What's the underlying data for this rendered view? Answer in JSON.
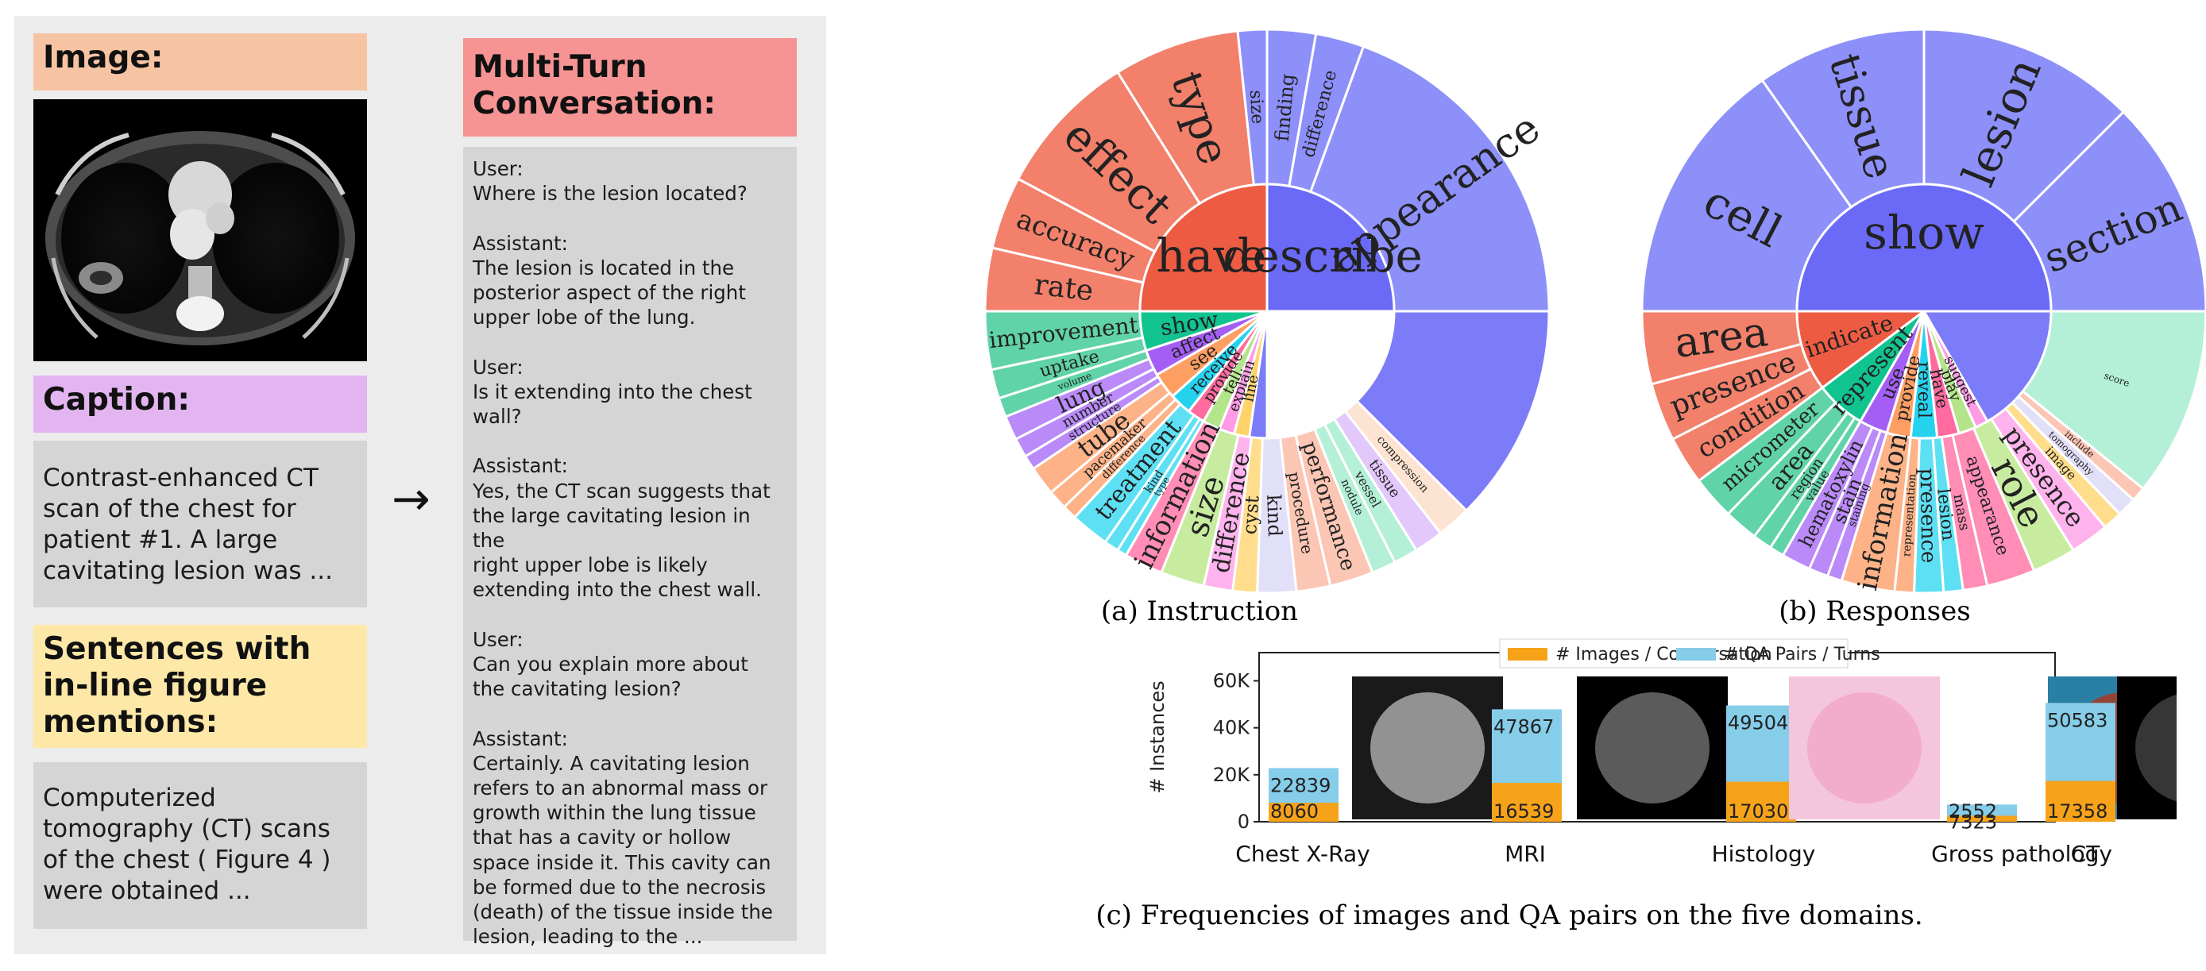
{
  "left": {
    "image_header": "Image:",
    "caption_header": "Caption:",
    "caption_text": "Contrast-enhanced CT\nscan of the chest for\npatient #1. A large\ncavitating lesion was ...",
    "sentences_header": "Sentences with\nin-line figure\nmentions:",
    "sentences_text": "Computerized\ntomography (CT) scans\nof the chest ( Figure 4 )\nwere obtained ...",
    "arrow": "→",
    "conv_header": "Multi-Turn\nConversation:",
    "conversation": "User:\nWhere is the lesion located?\n\nAssistant:\nThe lesion is located in the\nposterior aspect of the right\nupper lobe of the lung.\n\nUser:\nIs it extending into the chest\nwall?\n\nAssistant:\nYes, the CT scan suggests that\nthe large cavitating lesion in the\nright upper lobe is likely\nextending into the chest wall.\n\nUser:\nCan you explain more about\nthe cavitating lesion?\n\nAssistant:\nCertainly. A cavitating lesion\nrefers to an abnormal mass or\ngrowth within the lung tissue\nthat has a cavity or hollow\nspace inside it. This cavity can\nbe formed due to the necrosis\n(death) of the tissue inside the\nlesion, leading to the ..."
  },
  "colors": {
    "image_header": "#f7c4a3",
    "caption_header": "#e2b4f0",
    "sentences_header": "#fde8a8",
    "conv_header": "#f69393"
  },
  "sunburst_a": {
    "caption": "(a) Instruction",
    "inner": [
      {
        "label": "have",
        "color": "#ee5b43",
        "start": 180,
        "end": 270
      },
      {
        "label": "describe",
        "color": "#6b6af7",
        "start": 270,
        "end": 360
      },
      {
        "label": "show",
        "color": "#11c38f",
        "start": 162,
        "end": 180
      },
      {
        "label": "affect",
        "color": "#a45ef5",
        "start": 150,
        "end": 162
      },
      {
        "label": "see",
        "color": "#fd9f63",
        "start": 138,
        "end": 150
      },
      {
        "label": "receive",
        "color": "#26d3ee",
        "start": 128,
        "end": 138
      },
      {
        "label": "provide",
        "color": "#ff6a9f",
        "start": 120,
        "end": 128
      },
      {
        "label": "tell",
        "color": "#b5e58a",
        "start": 112,
        "end": 120
      },
      {
        "label": "explain",
        "color": "#ff9ae5",
        "start": 105,
        "end": 112
      },
      {
        "label": "line",
        "color": "#ffd36a",
        "start": 98,
        "end": 105
      },
      {
        "label": "",
        "color": "#7c7cf8",
        "start": 90,
        "end": 98
      }
    ],
    "outer": [
      {
        "label": "appearance",
        "color": "#8d90f9",
        "start": 290,
        "end": 360,
        "size": 52
      },
      {
        "label": "difference",
        "color": "#8d90f9",
        "start": 280,
        "end": 290,
        "size": 22
      },
      {
        "label": "finding",
        "color": "#8d90f9",
        "start": 270,
        "end": 280,
        "size": 24
      },
      {
        "label": "size",
        "color": "#8d90f9",
        "start": 264,
        "end": 270,
        "size": 22
      },
      {
        "label": "type",
        "color": "#f2806a",
        "start": 238,
        "end": 264,
        "size": 54
      },
      {
        "label": "effect",
        "color": "#f2806a",
        "start": 208,
        "end": 238,
        "size": 56
      },
      {
        "label": "accuracy",
        "color": "#f2806a",
        "start": 193,
        "end": 208,
        "size": 34
      },
      {
        "label": "rate",
        "color": "#f2806a",
        "start": 180,
        "end": 193,
        "size": 36
      },
      {
        "label": "improvement",
        "color": "#60d3a9",
        "start": 168,
        "end": 180,
        "size": 28
      },
      {
        "label": "uptake",
        "color": "#60d3a9",
        "start": 162,
        "end": 168,
        "size": 22
      },
      {
        "label": "volume",
        "color": "#60d3a9",
        "start": 158,
        "end": 162,
        "size": 12
      },
      {
        "label": "lung",
        "color": "#b98af8",
        "start": 153,
        "end": 158,
        "size": 28
      },
      {
        "label": "number",
        "color": "#b98af8",
        "start": 149,
        "end": 153,
        "size": 18
      },
      {
        "label": "structure",
        "color": "#b98af8",
        "start": 146,
        "end": 149,
        "size": 16
      },
      {
        "label": "tube",
        "color": "#fdb287",
        "start": 140,
        "end": 146,
        "size": 32
      },
      {
        "label": "pacemaker",
        "color": "#fdb287",
        "start": 136,
        "end": 140,
        "size": 18
      },
      {
        "label": "difference",
        "color": "#fdb287",
        "start": 133,
        "end": 136,
        "size": 14
      },
      {
        "label": "treatment",
        "color": "#5ee0f4",
        "start": 125,
        "end": 133,
        "size": 30
      },
      {
        "label": "kind",
        "color": "#5ee0f4",
        "start": 122,
        "end": 125,
        "size": 14
      },
      {
        "label": "type",
        "color": "#5ee0f4",
        "start": 120,
        "end": 122,
        "size": 12
      },
      {
        "label": "information",
        "color": "#ff8db6",
        "start": 112,
        "end": 120,
        "size": 34
      },
      {
        "label": "size",
        "color": "#c8ec9f",
        "start": 103,
        "end": 112,
        "size": 40
      },
      {
        "label": "difference",
        "color": "#ffb3ec",
        "start": 97,
        "end": 103,
        "size": 30
      },
      {
        "label": "cyst",
        "color": "#ffdd8c",
        "start": 92,
        "end": 97,
        "size": 24
      },
      {
        "label": "kind",
        "color": "#e2e0f8",
        "start": 84,
        "end": 92,
        "size": 24
      },
      {
        "label": "procedure",
        "color": "#fcc6b4",
        "start": 77,
        "end": 84,
        "size": 20
      },
      {
        "label": "performance",
        "color": "#fcc6b4",
        "start": 68,
        "end": 77,
        "size": 26
      },
      {
        "label": "nodule",
        "color": "#b4f0d8",
        "start": 63,
        "end": 68,
        "size": 14
      },
      {
        "label": "vessel",
        "color": "#b4f0d8",
        "start": 58,
        "end": 63,
        "size": 16
      },
      {
        "label": "tissue",
        "color": "#e2c8fb",
        "start": 52,
        "end": 58,
        "size": 18
      },
      {
        "label": "compression",
        "color": "#fde3d2",
        "start": 45,
        "end": 52,
        "size": 14
      },
      {
        "label": "",
        "color": "#7c7cf8",
        "start": 0,
        "end": 45,
        "size": 14
      }
    ]
  },
  "sunburst_b": {
    "caption": "(b) Responses",
    "inner": [
      {
        "label": "show",
        "color": "#6b6af7",
        "start": 180,
        "end": 360
      },
      {
        "label": "indicate",
        "color": "#ee5b43",
        "start": 143,
        "end": 180
      },
      {
        "label": "represent",
        "color": "#11c38f",
        "start": 120,
        "end": 143
      },
      {
        "label": "use",
        "color": "#a45ef5",
        "start": 107,
        "end": 120
      },
      {
        "label": "provide",
        "color": "#fd9f63",
        "start": 96,
        "end": 107
      },
      {
        "label": "reveal",
        "color": "#26d3ee",
        "start": 84,
        "end": 96
      },
      {
        "label": "have",
        "color": "#ff6a9f",
        "start": 74,
        "end": 84
      },
      {
        "label": "play",
        "color": "#b5e58a",
        "start": 66,
        "end": 74
      },
      {
        "label": "suggest",
        "color": "#ff9ae5",
        "start": 60,
        "end": 66
      },
      {
        "label": "",
        "color": "#7c7cf8",
        "start": 0,
        "end": 60
      }
    ],
    "outer": [
      {
        "label": "section",
        "color": "#8d90f9",
        "start": 315,
        "end": 360,
        "size": 50
      },
      {
        "label": "lesion",
        "color": "#8d90f9",
        "start": 270,
        "end": 315,
        "size": 56
      },
      {
        "label": "tissue",
        "color": "#8d90f9",
        "start": 235,
        "end": 270,
        "size": 54
      },
      {
        "label": "cell",
        "color": "#8d90f9",
        "start": 180,
        "end": 235,
        "size": 56
      },
      {
        "label": "area",
        "color": "#f2806a",
        "start": 165,
        "end": 180,
        "size": 52
      },
      {
        "label": "presence",
        "color": "#f2806a",
        "start": 153,
        "end": 165,
        "size": 36
      },
      {
        "label": "condition",
        "color": "#f2806a",
        "start": 143,
        "end": 153,
        "size": 32
      },
      {
        "label": "micrometer",
        "color": "#60d3a9",
        "start": 134,
        "end": 143,
        "size": 26
      },
      {
        "label": "area",
        "color": "#60d3a9",
        "start": 127,
        "end": 134,
        "size": 30
      },
      {
        "label": "region",
        "color": "#60d3a9",
        "start": 123,
        "end": 127,
        "size": 18
      },
      {
        "label": "value",
        "color": "#60d3a9",
        "start": 120,
        "end": 123,
        "size": 16
      },
      {
        "label": "hematoxylin",
        "color": "#b98af8",
        "start": 114,
        "end": 120,
        "size": 24
      },
      {
        "label": "stain",
        "color": "#b98af8",
        "start": 110,
        "end": 114,
        "size": 24
      },
      {
        "label": "staining",
        "color": "#b98af8",
        "start": 107,
        "end": 110,
        "size": 14
      },
      {
        "label": "information",
        "color": "#fdb287",
        "start": 96,
        "end": 107,
        "size": 34
      },
      {
        "label": "representation",
        "color": "#fdb287",
        "start": 92,
        "end": 96,
        "size": 14
      },
      {
        "label": "presence",
        "color": "#5ee0f4",
        "start": 86,
        "end": 92,
        "size": 26
      },
      {
        "label": "lesion",
        "color": "#5ee0f4",
        "start": 82,
        "end": 86,
        "size": 22
      },
      {
        "label": "mass",
        "color": "#ff8db6",
        "start": 77,
        "end": 82,
        "size": 18
      },
      {
        "label": "appearance",
        "color": "#ff8db6",
        "start": 67,
        "end": 77,
        "size": 22
      },
      {
        "label": "role",
        "color": "#c8ec9f",
        "start": 58,
        "end": 67,
        "size": 46
      },
      {
        "label": "presence",
        "color": "#ffb3ec",
        "start": 50,
        "end": 58,
        "size": 32
      },
      {
        "label": "image",
        "color": "#ffdd8c",
        "start": 46,
        "end": 50,
        "size": 16
      },
      {
        "label": "tomography",
        "color": "#e2e0f8",
        "start": 42,
        "end": 46,
        "size": 12
      },
      {
        "label": "include",
        "color": "#fcc6b4",
        "start": 39,
        "end": 42,
        "size": 12
      },
      {
        "label": "score",
        "color": "#b4f0d8",
        "start": 0,
        "end": 39,
        "size": 12
      }
    ]
  },
  "chart_data": {
    "type": "bar",
    "title": "(c) Frequencies of images and QA pairs on the five domains.",
    "categories": [
      "Chest X-Ray",
      "MRI",
      "Histology",
      "Gross pathology",
      "CT"
    ],
    "series": [
      {
        "name": "# Images / Conversation",
        "values": [
          8060,
          16539,
          17030,
          2552,
          17358
        ]
      },
      {
        "name": "# QA Pairs / Turns",
        "values": [
          22839,
          47867,
          49504,
          7323,
          50583
        ]
      }
    ],
    "ylabel": "# Instances",
    "ylim": [
      0,
      72000
    ],
    "yticks": [
      "0",
      "20K",
      "40K",
      "60K"
    ],
    "legend": "top-center"
  },
  "chart_colors": {
    "images": "#f7a31a",
    "qa": "#86cde9"
  }
}
